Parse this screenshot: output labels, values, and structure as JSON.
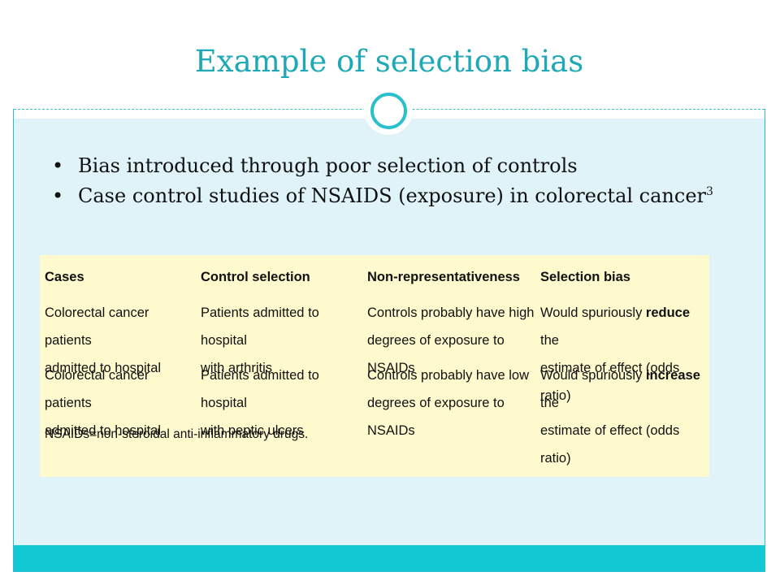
{
  "slide": {
    "title": "Example of selection bias",
    "bullets": [
      {
        "text": "Bias introduced through poor selection of controls"
      },
      {
        "text": "Case control studies of NSAIDS (exposure) in colorectal cancer",
        "superscript": "3"
      }
    ]
  },
  "table": {
    "headers": [
      "Cases",
      "Control selection",
      "Non-representativeness",
      "Selection bias"
    ],
    "rows": [
      {
        "cases": [
          "Colorectal cancer patients",
          "admitted to hospital"
        ],
        "control": [
          "Patients admitted to hospital",
          "with arthritis"
        ],
        "nonrep": [
          "Controls probably have high",
          "degrees of exposure to NSAIDs"
        ],
        "bias_pre": "Would spuriously ",
        "bias_em": "reduce",
        "bias_post": " the",
        "bias_line2": "estimate of effect (odds ratio)"
      },
      {
        "cases": [
          "Colorectal cancer patients",
          "admitted to hospital"
        ],
        "control": [
          "Patients admitted to hospital",
          "with peptic ulcers"
        ],
        "nonrep": [
          "Controls probably have low",
          "degrees of exposure to NSAIDs"
        ],
        "bias_pre": "Would spuriously ",
        "bias_em": "increase",
        "bias_post": " the",
        "bias_line2": "estimate of effect (odds ratio)"
      }
    ],
    "footnote": "NSAIDs=non-steroidal anti-inflammatory drugs."
  },
  "colors": {
    "accent": "#1fa9b8",
    "content_bg": "#dff3f8",
    "footer_bar": "#12c9d3",
    "table_bg": "#fefacd"
  },
  "icons": {
    "bullet": "•",
    "divider_ornament": "circle-ornament-icon"
  }
}
